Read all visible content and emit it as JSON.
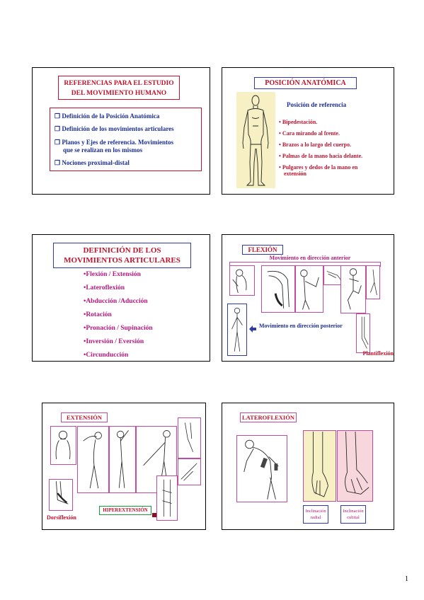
{
  "page_number": "1",
  "slide1": {
    "title_line1": "REFERENCIAS PARA EL ESTUDIO",
    "title_line2": "DEL MOVIMIENTO HUMANO",
    "items": [
      {
        "line1": "Definición de la Posición Anatómica",
        "line2": ""
      },
      {
        "line1": "Definición de los movimientos articulares",
        "line2": ""
      },
      {
        "line1": "Planos y Ejes de referencia. Movimientos",
        "line2": "que se realizan en los mismos"
      },
      {
        "line1": "Nociones proximal-distal",
        "line2": ""
      }
    ]
  },
  "slide2": {
    "title": "POSICIÓN ANATÓMICA",
    "subtitle": "Posición de referencia",
    "items": [
      {
        "line1": "Bipedestación.",
        "line2": ""
      },
      {
        "line1": "Cara mirando al frente.",
        "line2": ""
      },
      {
        "line1": "Brazos a lo largo del cuerpo.",
        "line2": ""
      },
      {
        "line1": "Palmas de la mano hacia delante.",
        "line2": ""
      },
      {
        "line1": "Pulgares y dedos de la mano en",
        "line2": "extensión"
      }
    ]
  },
  "slide3": {
    "title_line1": "DEFINICIÓN DE LOS",
    "title_line2": "MOVIMIENTOS ARTICULARES",
    "items": [
      "•Flexión / Extensión",
      "•Lateroflexión",
      "•Abducción /Aducción",
      "•Rotación",
      "•Pronación / Supinación",
      "•Inversión / Eversión",
      "•Circunducción"
    ]
  },
  "slide4": {
    "title": "FLEXIÓN",
    "anterior_label": "Movimiento en dirección anterior",
    "posterior_label": "Movimiento en dirección posterior",
    "plantar_label": "Plantiflexión"
  },
  "slide5": {
    "title": "EXTENSIÓN",
    "dorsi_label": "Dorsiflexión",
    "hyper_label": "HIPEREXTENSIÓN"
  },
  "slide6": {
    "title": "LATEROFLEXIÓN",
    "radial_line1": "Inclinación",
    "radial_line2": "radial",
    "cubital_line1": "Inclinación",
    "cubital_line2": "cubital"
  },
  "colors": {
    "red": "#c0122b",
    "magenta": "#b5177d",
    "blue": "#1b2f96",
    "green": "#1a9a3a",
    "yellow_fill": "#f7f0c4",
    "pink_fill": "#f7d6dc"
  }
}
